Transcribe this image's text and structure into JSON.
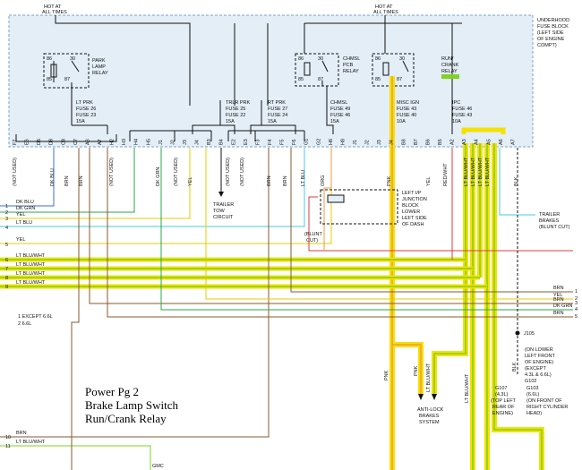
{
  "header": {
    "hot_left": [
      "HOT AT",
      "ALL TIMES"
    ],
    "hot_right": [
      "HOT AT",
      "ALL TIMES"
    ],
    "fuse_block_note": [
      "UNDERHOOD",
      "FUSE BLOCK",
      "(LEFT SIDE",
      "OF ENGINE",
      "COMPT)"
    ]
  },
  "relays": {
    "park": [
      "PARK",
      "LAMP",
      "RELAY"
    ],
    "chmsl": [
      "CHMSL",
      "PCB",
      "RELAY"
    ],
    "run_crank": [
      "RUN/",
      "CRANK",
      "RELAY"
    ],
    "park_pins": [
      "86",
      "30",
      "85",
      "87"
    ],
    "chmsl_pins": [
      "86",
      "30",
      "85",
      "87"
    ],
    "run_pins": [
      "86",
      "30",
      "85",
      "87"
    ]
  },
  "fuses": {
    "lt_prk": [
      "LT PRK",
      "FUSE 26",
      "FUSE 23",
      "15A"
    ],
    "trlr_prk": [
      "TRLR PRK",
      "FUSE 25",
      "FUSE 22",
      "15A"
    ],
    "rt_prk": [
      "RT PRK",
      "FUSE 27",
      "FUSE 24",
      "15A"
    ],
    "chmsl": [
      "CHMSL",
      "FUSE 49",
      "FUSE 46",
      "15A"
    ],
    "misc_ign": [
      "MISC IGN",
      "FUSE 43",
      "FUSE 40",
      "10A"
    ],
    "ipc": [
      "IPC",
      "FUSE 46",
      "FUSE 43",
      "10A"
    ],
    "notes": [
      "1",
      "2"
    ]
  },
  "pin_labels": [
    "F7",
    "E6",
    "D5",
    "D8",
    "C8",
    "C7",
    "A8",
    "A7",
    "H2",
    "H3",
    "H4",
    "H5",
    "J1",
    "J2",
    "J3",
    "J4",
    "B3",
    "B4",
    "E2",
    "E3",
    "F3",
    "F4",
    "F5",
    "F6",
    "G1",
    "G2",
    "H6",
    "H8",
    "J1",
    "J2",
    "J3",
    "J4",
    "B8",
    "B7",
    "B6",
    "B5",
    "A2",
    "A3",
    "A4",
    "A5",
    "A6",
    "A7"
  ],
  "wire_colors": {
    "top": [
      "(NOT USED)",
      "DK BLU",
      "BRN",
      "BRN",
      "(NOT USED)",
      "DK GRN",
      "(NOT USED)",
      "YEL",
      "(NOT USED)",
      "(NOT USED)",
      "BRN",
      "BRN",
      "LT BLU",
      "ORG",
      "PNK",
      "YEL",
      "RED/WHT",
      "LT BLU/WHT",
      "LT BLU/WHT",
      "LT BLU/WHT",
      "LT BLU/WHT",
      "BLK"
    ],
    "orange": "ORG"
  },
  "left_wires": [
    {
      "num": "1",
      "label": "DK BLU"
    },
    {
      "num": "2",
      "label": "DK GRN"
    },
    {
      "num": "3",
      "label": "YEL"
    },
    {
      "num": "4",
      "label": "LT BLU"
    },
    {
      "num": "5",
      "label": "YEL"
    },
    {
      "num": "6",
      "label": "LT BLU/WHT"
    },
    {
      "num": "7",
      "label": "LT BLU/WHT"
    },
    {
      "num": "8",
      "label": "LT BLU/WHT"
    },
    {
      "num": "9",
      "label": "LT BLU/WHT"
    },
    {
      "num": "10",
      "label": "BRN"
    },
    {
      "num": "11",
      "label": "LT BLU/WHT"
    }
  ],
  "right_wires": [
    {
      "num": "1",
      "label": "BRN"
    },
    {
      "num": "2",
      "label": "YEL"
    },
    {
      "num": "3",
      "label": "BRN"
    },
    {
      "num": "4",
      "label": "DK GRN"
    },
    {
      "num": "5",
      "label": "BRN"
    }
  ],
  "annotations": {
    "trailer_tow": [
      "TRAILER",
      "TOW",
      "CIRCUIT"
    ],
    "blunt_cut": [
      "(BLUNT",
      "CUT)"
    ],
    "junction_block": [
      "LEFT I/P",
      "JUNCTION",
      "BLOCK",
      "LOWER",
      "LEFT SIDE",
      "OF DASH"
    ],
    "trailer_brakes": [
      "TRAILER",
      "BRAKES",
      "(BLUNT CUT)"
    ],
    "except_note": "1  EXCEPT 6.6L",
    "except_note2": "2  6.6L",
    "j105": "J105",
    "j105_note": [
      "(ON LOWER",
      "LEFT FRONT",
      "OF ENGINE)",
      "(EXCEPT",
      "4.3L & 6.6L)"
    ],
    "g102": "G102",
    "g107": [
      "G107",
      "(4.3L)",
      "(TOP LEFT",
      "REAR OF",
      "ENGINE)"
    ],
    "g103": [
      "G103",
      "(6.6L)",
      "(ON FRONT OF",
      "RIGHT CYLINDER",
      "HEAD)"
    ],
    "abs": [
      "ANTI-LOCK",
      "BRAKES",
      "SYSTEM"
    ],
    "blk_vert": "BLK",
    "pnk_vert": "PNK",
    "ltbluwht_vert": "LT BLU/WHT",
    "gmc": "GMC"
  },
  "title_block": [
    "Power Pg 2",
    "Brake Lamp Switch",
    "Run/Crank Relay"
  ],
  "colors": {
    "highlight_yellow": "#f6e000",
    "highlight_green": "#7ed321",
    "wire_orange": "#f29a3c",
    "wire_blue": "#3d6dd8",
    "wire_green": "#2aa84a",
    "wire_cyan": "#45c9e6",
    "wire_brown": "#8a5a2b",
    "wire_red": "#e03b3b",
    "box_fill": "#e3eef6"
  }
}
